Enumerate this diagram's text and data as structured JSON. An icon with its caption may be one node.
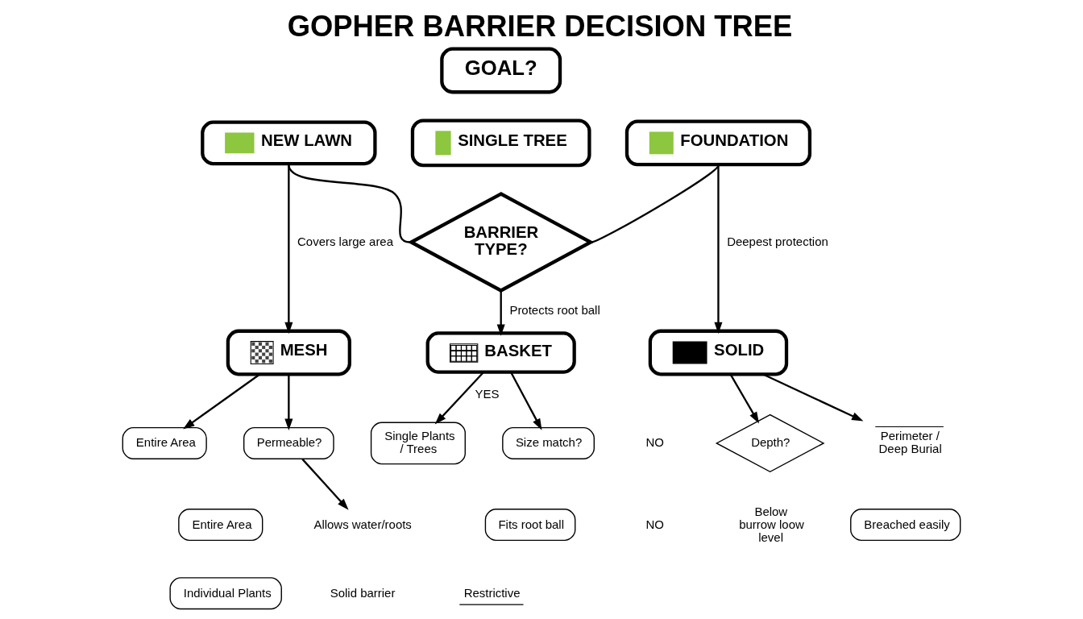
{
  "diagram": {
    "title": "GOPHER BARRIER DECISION TREE",
    "nodes": [
      {
        "text": [
          "GOAL?"
        ]
      },
      {
        "text": [
          "NEW LAWN"
        ]
      },
      {
        "text": [
          "SINGLE TREE"
        ]
      },
      {
        "text": [
          "FOUNDATION"
        ]
      },
      {
        "text": [
          "BARRIER TYPE?"
        ]
      },
      {
        "text": [
          "MESH"
        ]
      },
      {
        "text": [
          "BASKET"
        ]
      },
      {
        "text": [
          "SOLID"
        ]
      },
      {
        "text": [
          "Entire Area"
        ]
      },
      {
        "text": [
          "Entire Area"
        ]
      },
      {
        "text": [
          "Individual Plants"
        ]
      },
      {
        "text": [
          "Permeable?"
        ]
      },
      {
        "text": [
          "Allows water/roots"
        ]
      },
      {
        "text": [
          "Single Plants / Trees"
        ]
      },
      {
        "text": [
          "Size match?"
        ]
      },
      {
        "text": [
          "Fits root ball"
        ]
      },
      {
        "text": [
          "Depth?"
        ]
      },
      {
        "text": [
          "Perimeter / Deep Burial"
        ]
      },
      {
        "text": [
          "Breached easily"
        ]
      }
    ],
    "edges": [
      {
        "from": 1,
        "to": 4,
        "arrow": "none"
      },
      {
        "from": 3,
        "to": 4,
        "arrow": "none"
      },
      {
        "from": 4,
        "to": 6,
        "arrow": "to",
        "label": "Protects root ball"
      },
      {
        "from": 1,
        "to": 5,
        "arrow": "to",
        "label": "Covers large area"
      },
      {
        "from": 3,
        "to": 7,
        "arrow": "to",
        "label": "Deepest protection"
      },
      {
        "from": 5,
        "to": 8,
        "arrow": "to"
      },
      {
        "from": 5,
        "to": 11,
        "arrow": "to"
      },
      {
        "from": 11,
        "to": 12,
        "arrow": "to"
      },
      {
        "from": 6,
        "to": 13,
        "arrow": "to",
        "label": "YES"
      },
      {
        "from": 6,
        "to": 14,
        "arrow": "to"
      },
      {
        "from": 7,
        "to": 16,
        "arrow": "to"
      },
      {
        "from": 7,
        "to": 17,
        "arrow": "to"
      }
    ],
    "labels": [
      "Solid barrier",
      "Restrictive",
      "NO",
      "NO",
      "Below burrow loow level"
    ]
  }
}
